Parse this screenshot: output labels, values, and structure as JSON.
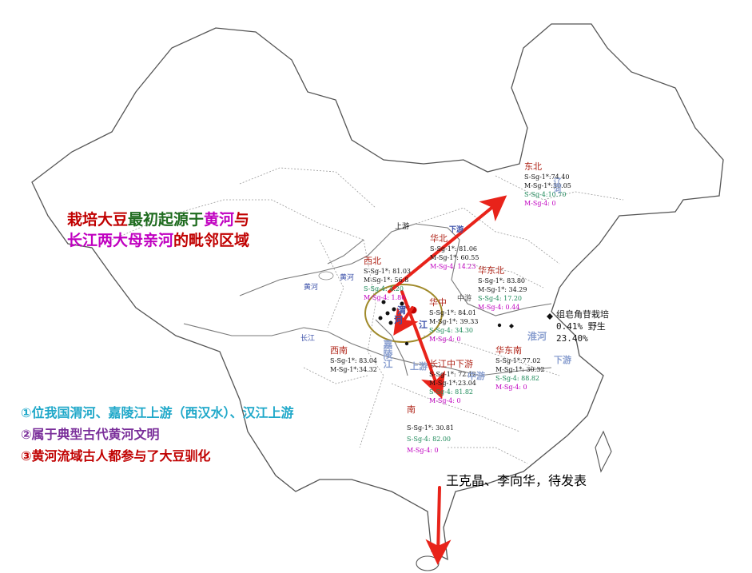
{
  "headline": {
    "line1": [
      {
        "text": "栽培大豆",
        "color": "#c00000"
      },
      {
        "text": "最初起源于",
        "color": "#1e6b1e"
      },
      {
        "text": "黄河",
        "color": "#c000c0"
      },
      {
        "text": "与",
        "color": "#c00000"
      }
    ],
    "line2": [
      {
        "text": "长江",
        "color": "#c000c0"
      },
      {
        "text": "两大母亲河",
        "color": "#c000c0"
      },
      {
        "text": "的毗邻区域",
        "color": "#c00000"
      }
    ]
  },
  "notes": [
    {
      "text": "①位我国渭河、嘉陵江上游（西汉水）、汉江上游",
      "color": "#1fa8c9"
    },
    {
      "text": "②属于典型古代黄河文明",
      "color": "#7a2e9a"
    },
    {
      "text": "③黄河流域古人都参与了大豆驯化",
      "color": "#c00000"
    }
  ],
  "credit": "王克晶、李向华，待发表",
  "legend": {
    "line1": "组皂角苷栽培",
    "line2": "0.41%  野生",
    "line3": "23.40%"
  },
  "regions": [
    {
      "name": "东北",
      "stats": [
        {
          "text": "S-Sg-1*:74.40",
          "color": "#111111"
        },
        {
          "text": "M-Sg-1*:30.05",
          "color": "#111111"
        },
        {
          "text": "S-Sg-4:10.70",
          "color": "#1e8a5a"
        },
        {
          "text": "M-Sg-4: 0",
          "color": "#c000c0"
        }
      ]
    },
    {
      "name": "西北",
      "stats": [
        {
          "text": "S-Sg-1*: 81.03",
          "color": "#111111"
        },
        {
          "text": "M-Sg-1*: 56.8",
          "color": "#111111"
        },
        {
          "text": "S-Sg-4: 4.20",
          "color": "#1e8a5a"
        },
        {
          "text": "M-Sg-4: 1.80",
          "color": "#c000c0"
        }
      ]
    },
    {
      "name": "华北",
      "stats": [
        {
          "text": "S-Sg-1*: 81.06",
          "color": "#111111"
        },
        {
          "text": "M-Sg-1*: 60.55",
          "color": "#111111"
        },
        {
          "text": "M-Sg-4: 14.23",
          "color": "#c000c0"
        }
      ]
    },
    {
      "name": "华东北",
      "stats": [
        {
          "text": "S-Sg-1*: 83.80",
          "color": "#111111"
        },
        {
          "text": "M-Sg-1*: 34.29",
          "color": "#111111"
        },
        {
          "text": "S-Sg-4: 17.20",
          "color": "#1e8a5a"
        },
        {
          "text": "M-Sg-4: 0.44",
          "color": "#c000c0"
        }
      ]
    },
    {
      "name": "华中",
      "stats": [
        {
          "text": "S-Sg-1*: 84.01",
          "color": "#111111"
        },
        {
          "text": "M-Sg-1*: 39.33",
          "color": "#111111"
        },
        {
          "text": "S-Sg-4: 34.30",
          "color": "#1e8a5a"
        },
        {
          "text": "M-Sg-4: 0",
          "color": "#c000c0"
        }
      ]
    },
    {
      "name": "西南",
      "stats": [
        {
          "text": "S-Sg-1*: 83.04",
          "color": "#111111"
        },
        {
          "text": "M-Sg-1*:34.32",
          "color": "#111111"
        }
      ]
    },
    {
      "name": "华东南",
      "stats": [
        {
          "text": "S-Sg-1*:77.02",
          "color": "#111111"
        },
        {
          "text": "M-Sg-1*: 30.32",
          "color": "#111111"
        },
        {
          "text": "S-Sg-4: 88.82",
          "color": "#1e8a5a"
        },
        {
          "text": "M-Sg-4: 0",
          "color": "#c000c0"
        }
      ]
    },
    {
      "name": "长江中下游",
      "stats": [
        {
          "text": "S-Sg-1*: 72.12",
          "color": "#111111"
        },
        {
          "text": "M-Sg-1*:23.04",
          "color": "#111111"
        },
        {
          "text": "S-Sg-4: 81.82",
          "color": "#1e8a5a"
        },
        {
          "text": "M-Sg-4: 0",
          "color": "#c000c0"
        }
      ]
    },
    {
      "name": "南",
      "stats": [
        {
          "text": "S-Sg-1*: 30.81",
          "color": "#111111"
        },
        {
          "text": "S-Sg-4: 82.00",
          "color": "#1e8a5a"
        },
        {
          "text": "M-Sg-4: 0",
          "color": "#c000c0"
        }
      ]
    }
  ],
  "rivers": {
    "huanghe_west": "黄河",
    "huanghe_east": "黄河",
    "changjiang": "长江",
    "shangyou": "上游",
    "zhongyou": "中游",
    "xiayou": "下游",
    "jialingjiang": "嘉陵江",
    "weihe": "渭河",
    "hanjiang": "汉江",
    "weihe_short": "渭",
    "he_short": "河",
    "jiang_short": "江",
    "huaihe": "淮河",
    "liaohe": "辽河",
    "xiayou_east": "下游"
  },
  "colors": {
    "arrow": "#e8231a",
    "ellipse": "#a08a2a",
    "border": "#555555",
    "province": "#9a9a9a"
  }
}
